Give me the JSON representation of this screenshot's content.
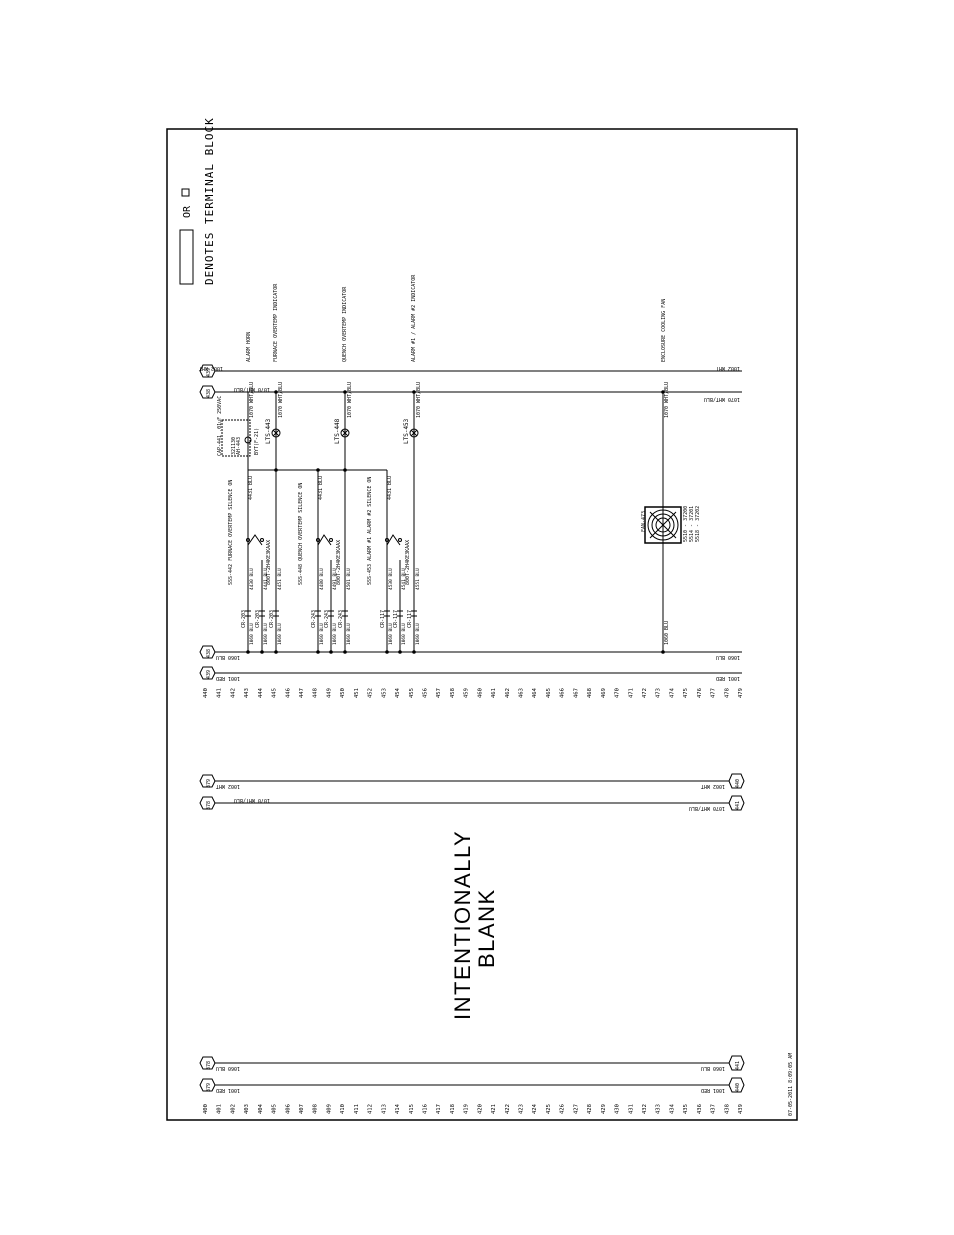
{
  "legend": {
    "text": "DENOTES TERMINAL BLOCK",
    "or_text": "OR"
  },
  "blank": {
    "line1": "INTENTIONALLY",
    "line2": "BLANK"
  },
  "stamp": "07-05-2011 8:09:05 AM",
  "ruler_top": [
    "440",
    "441",
    "442",
    "443",
    "444",
    "445",
    "446",
    "447",
    "448",
    "449",
    "450",
    "451",
    "452",
    "453",
    "454",
    "455",
    "456",
    "457",
    "458",
    "459",
    "460",
    "461",
    "462",
    "463",
    "464",
    "465",
    "466",
    "467",
    "468",
    "469",
    "470",
    "471",
    "472",
    "473",
    "474",
    "475",
    "476",
    "477",
    "478",
    "479"
  ],
  "ruler_bottom": [
    "400",
    "401",
    "402",
    "403",
    "404",
    "405",
    "406",
    "407",
    "408",
    "409",
    "410",
    "411",
    "412",
    "413",
    "414",
    "415",
    "416",
    "417",
    "418",
    "419",
    "420",
    "421",
    "422",
    "423",
    "424",
    "425",
    "426",
    "427",
    "428",
    "429",
    "430",
    "431",
    "432",
    "433",
    "434",
    "435",
    "436",
    "437",
    "438",
    "439"
  ],
  "top_section": {
    "bus_1002": {
      "tag_left": "439",
      "label_left": "1002 WHT",
      "label_right": "1002 WHT"
    },
    "bus_1070": {
      "tag_left": "438",
      "label_left": "1070 WHT/BLU",
      "label_right": "1070 WHT/BLU"
    },
    "bus_1060": {
      "tag_left": "438",
      "label_left": "1060 BLU",
      "label_right": "1060 BLU"
    },
    "bus_1001": {
      "tag_left": "439",
      "label_left": "1001 RED",
      "label_right": "1001 RED"
    },
    "loads": [
      "ALARM HORN",
      "FURNACE OVERTEMP INDICATOR",
      "QUENCH OVERTEMP INDICATOR",
      "ALARM #1 / ALARM #2 INDICATOR",
      "ENCLOSURE COOLING FAN"
    ],
    "cap_label": "CAP-441 .01uF 250VAC",
    "horn_labels": [
      "AH-443",
      "321130"
    ],
    "horn_note": "BYT(F-21)",
    "lights": [
      "LTS-443",
      "LTS-448",
      "LTS-453"
    ],
    "wire_4431": "4431 BLU",
    "switch_labels": [
      "SSS-442 FURNACE OVERTEMP SILENCE ON",
      "SSS-448 QUENCH OVERTEMP SILENCE ON",
      "SSS-453 ALARM #1 ALARM #2 SILENCE ON"
    ],
    "switch_part": "800T-2H4KE3KAAX",
    "relays": [
      "CR-203",
      "CR-203",
      "CR-203",
      "CR-243",
      "CR-243",
      "CR-243",
      "CR-117",
      "CR-117",
      "CR-117"
    ],
    "fan_labels": [
      "FAN-473",
      "5510 - 37200",
      "5514 - 37201",
      "5518 - 37202"
    ],
    "wire_1070": "1070 WHT/BLU",
    "wire_1060": "1060 BLU",
    "relay_wires": [
      "4430 BLU",
      "4441 BLU",
      "4451 BLU",
      "4480 BLU",
      "4491 BLU",
      "4501 BLU",
      "4530 BLU",
      "4541 BLU",
      "4551 BLU"
    ]
  },
  "middle_section": {
    "bus_top": {
      "tag_left": "379",
      "label_left": "1002 WHT",
      "label_right": "1002 WHT",
      "tag_right": "440"
    },
    "bus_bottom": {
      "tag_left": "378",
      "label_left": "1070 WHT/BLU",
      "label_right": "1070 WHT/BLU",
      "tag_right": "441"
    }
  },
  "bottom_section": {
    "bus_top": {
      "tag_left": "378",
      "label_left": "1060 BLU",
      "label_right": "1060 BLU",
      "tag_right": "441"
    },
    "bus_bottom": {
      "tag_left": "379",
      "label_left": "1001 RED",
      "label_right": "1001 RED",
      "tag_right": "440"
    }
  }
}
